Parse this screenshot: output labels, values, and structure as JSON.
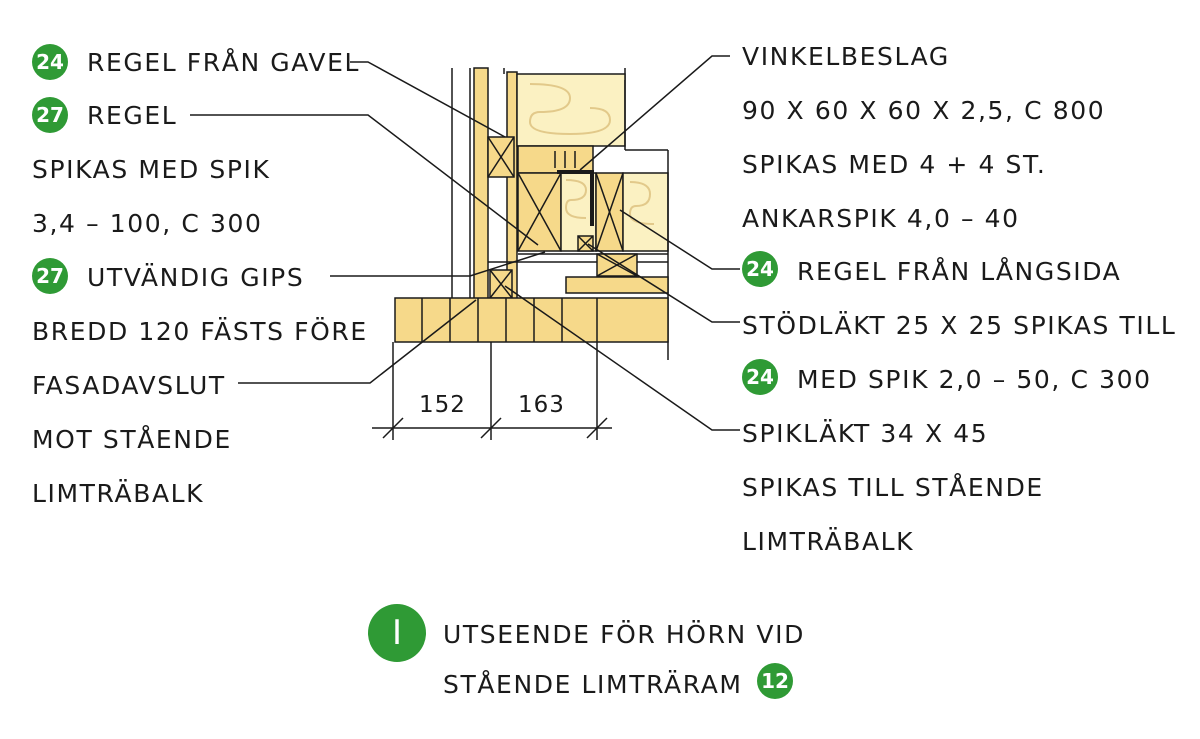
{
  "colors": {
    "wood": "#f6d98a",
    "wood_dark": "#edc56a",
    "insulation": "#fbf1c2",
    "line": "#1a1a1a",
    "badge": "#2f9a35"
  },
  "left_labels": [
    {
      "badge": "24",
      "text": "REGEL FRÅN GAVEL"
    },
    {
      "badge": "27",
      "text": "REGEL"
    },
    {
      "badge": "",
      "text": "SPIKAS MED SPIK"
    },
    {
      "badge": "",
      "text": "3,4 – 100, C 300"
    },
    {
      "badge": "27",
      "text": "UTVÄNDIG GIPS"
    },
    {
      "badge": "",
      "text": "BREDD 120 FÄSTS FÖRE"
    },
    {
      "badge": "",
      "text": "FASADAVSLUT"
    },
    {
      "badge": "",
      "text": "MOT STÅENDE"
    },
    {
      "badge": "",
      "text": "LIMTRÄBALK"
    }
  ],
  "right_labels": [
    {
      "badge": "",
      "text": "VINKELBESLAG"
    },
    {
      "badge": "",
      "text": "90 X 60 X 60 X 2,5, C 800"
    },
    {
      "badge": "",
      "text": "SPIKAS MED 4 + 4 ST."
    },
    {
      "badge": "",
      "text": "ANKARSPIK 4,0 – 40"
    },
    {
      "badge": "24",
      "text": "REGEL FRÅN LÅNGSIDA"
    },
    {
      "badge": "",
      "text": "STÖDLÄKT 25 X 25 SPIKAS TILL"
    },
    {
      "badge": "24",
      "text": "MED SPIK 2,0 – 50, C 300"
    },
    {
      "badge": "",
      "text": "SPIKLÄKT 34 X 45"
    },
    {
      "badge": "",
      "text": "SPIKAS TILL STÅENDE"
    },
    {
      "badge": "",
      "text": "LIMTRÄBALK"
    }
  ],
  "dimensions": [
    "152",
    "163"
  ],
  "caption": {
    "badge": "I",
    "line1": "UTSEENDE FÖR HÖRN VID",
    "line2": "STÅENDE LIMTRÄRAM",
    "ref_badge": "12"
  }
}
